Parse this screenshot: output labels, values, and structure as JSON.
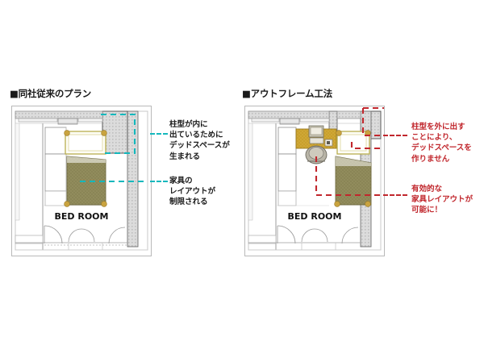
{
  "figure": {
    "title_hidden": "",
    "background": "#ffffff"
  },
  "colors": {
    "accent_cyan": "#14b8bd",
    "accent_red": "#c1272d",
    "wall_fill": "#d9d9d9",
    "wall_line": "#6b6b6b",
    "bed_mattress": "#8a8556",
    "bed_frame": "#d8cf7a",
    "bed_post": "#c9a33f",
    "desk_top": "#c9a02c",
    "room_label": "#111111",
    "marker_square": "#4b4b4b"
  },
  "panels": [
    {
      "id": "conventional",
      "header": "■同社従来のプラン",
      "header_marker": "square-marker",
      "room_label": "BED ROOM",
      "accent": "#14b8bd",
      "annotations": [
        {
          "id": "dead-space",
          "text": "柱型が内に\n出ているために\nデッドスペースが\n生まれる",
          "color": "#1b1b1b"
        },
        {
          "id": "layout-limited",
          "text": "家具の\nレイアウトが\n制限される",
          "color": "#1b1b1b"
        }
      ]
    },
    {
      "id": "outframe",
      "header": "■アウトフレーム工法",
      "header_marker": "square-marker",
      "room_label": "BED ROOM",
      "accent": "#c1272d",
      "annotations": [
        {
          "id": "no-dead-space",
          "text": "柱型を外に出す\nことにより、\nデッドスペースを\n作りません",
          "color": "#c1272d"
        },
        {
          "id": "effective-layout",
          "text": "有効的な\n家具レイアウトが\n可能に！",
          "color": "#c1272d"
        }
      ]
    }
  ],
  "chart_data": {
    "type": "diagram",
    "title": "住戸プラン比較（従来プラン／アウトフレーム工法）",
    "items": [
      {
        "panel": "同社従来のプラン",
        "room": "BED ROOM",
        "column_position": "室内（内側に出る）",
        "dead_space": "あり",
        "furniture_layout": "制限される",
        "furniture": [
          "ベッド"
        ],
        "highlight_color": "#14b8bd"
      },
      {
        "panel": "アウトフレーム工法",
        "room": "BED ROOM",
        "column_position": "室外（外に出す）",
        "dead_space": "なし",
        "furniture_layout": "有効的な家具レイアウトが可能",
        "furniture": [
          "ベッド",
          "デスク",
          "チェア"
        ],
        "highlight_color": "#c1272d"
      }
    ]
  }
}
